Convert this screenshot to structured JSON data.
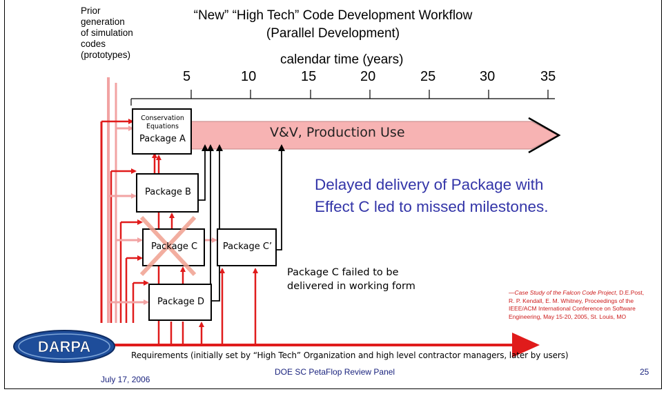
{
  "title_line1": "“New” “High Tech” Code Development Workflow",
  "title_line2": "(Parallel Development)",
  "prior_generation_label": "Prior\ngeneration\nof simulation\ncodes\n(prototypes)",
  "axis": {
    "label": "calendar time (years)",
    "ticks": [
      "5",
      "10",
      "15",
      "20",
      "25",
      "30",
      "35"
    ]
  },
  "boxes": {
    "package_a_caption": "Conservation\nEquations",
    "package_a": "Package A",
    "package_b": "Package B",
    "package_c": "Package C",
    "package_c_prime": "Package C’",
    "package_d": "Package D"
  },
  "vv_label": "V&V, Production Use",
  "delayed_note": "Delayed delivery of Package with\nEffect C led to missed milestones.",
  "failed_note": "Package C failed to be\ndelivered in working form",
  "citation": {
    "lead": "—Case Study of the Falcon Code Project",
    "rest": ", D.E.Post, R. P. Kendall, E. M. Whitney, Proceedings of the IEEE/ACM International Conference on Software Engineering, May 15-20, 2005, St. Louis, MO"
  },
  "requirements_label": "Requirements (initially set by “High Tech” Organization and high level contractor managers, later by users)",
  "logo_text": "DARPA",
  "footer": {
    "date": "July 17, 2006",
    "panel": "DOE SC PetaFlop Review Panel",
    "page": "25"
  },
  "colors": {
    "red": "#e01b1b",
    "pink": "#f2a3a3",
    "title_blue": "#3335a8",
    "footer_blue": "#1a237e"
  }
}
